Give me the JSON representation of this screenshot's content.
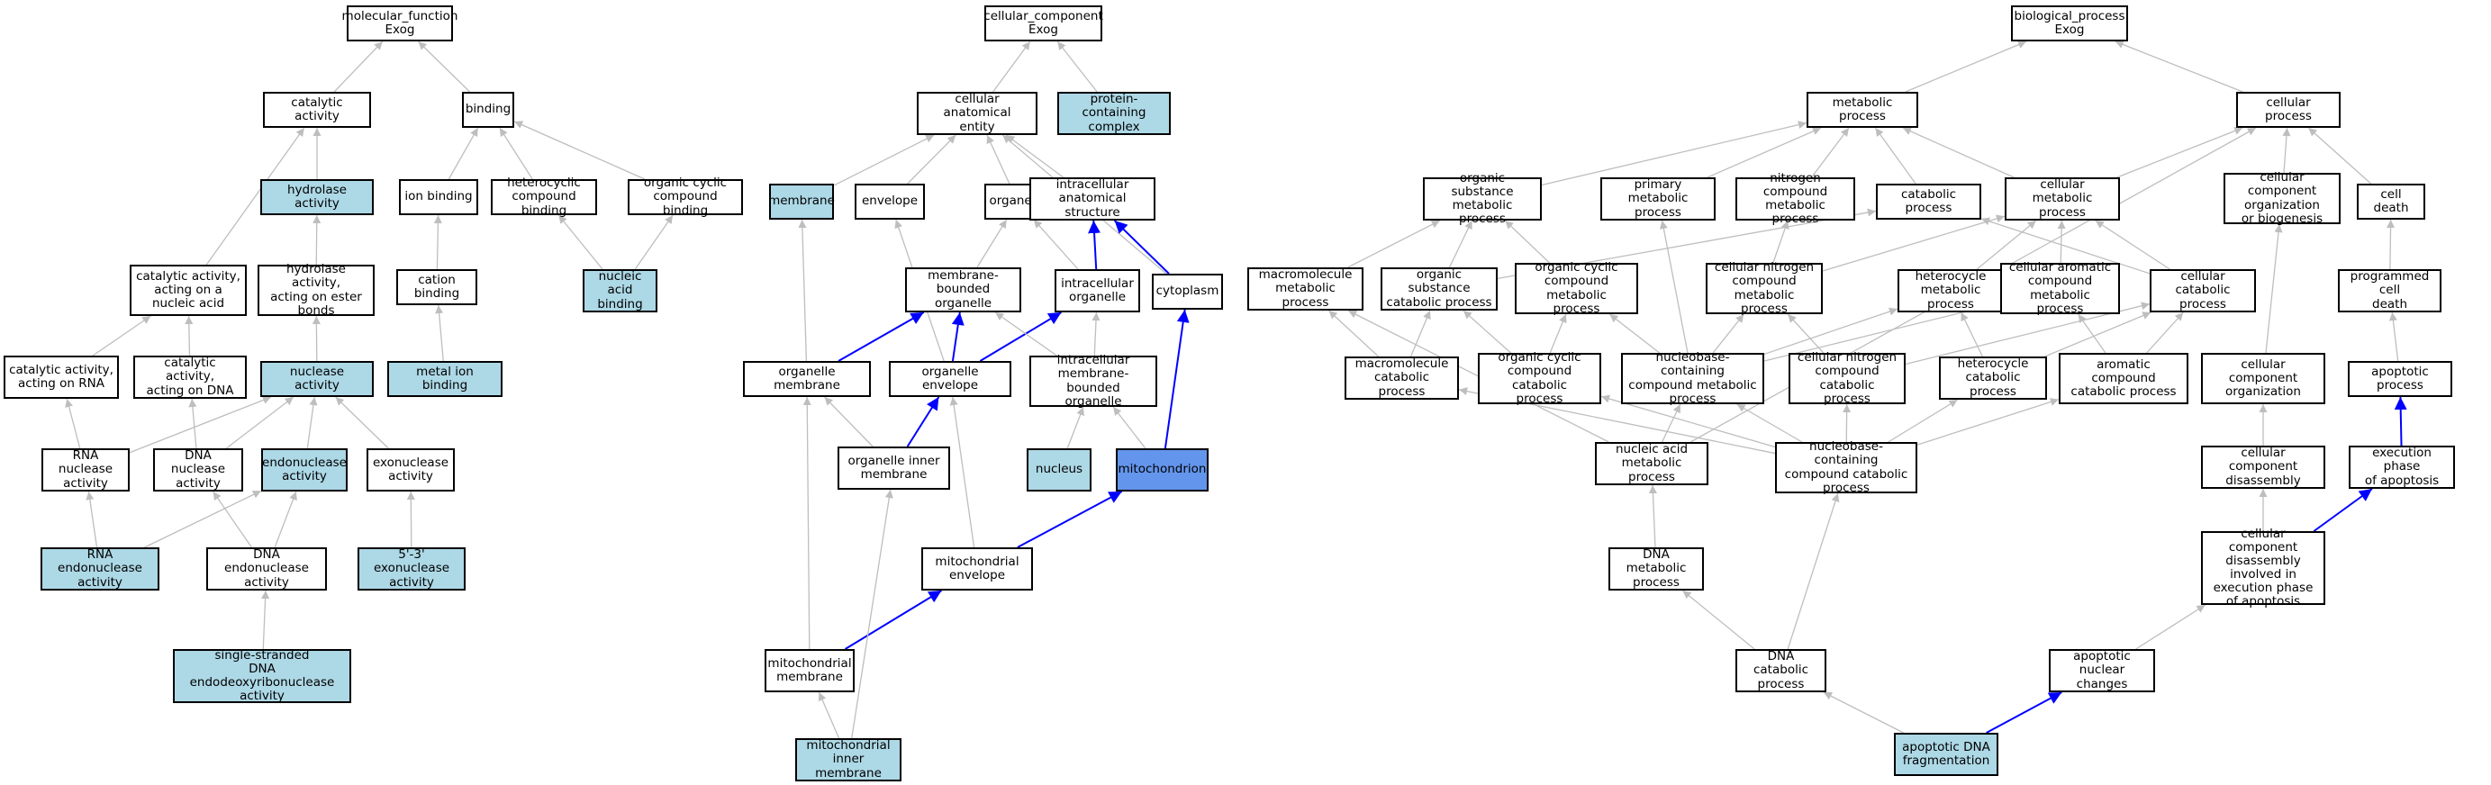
{
  "styles": {
    "plain_fill": "#ffffff",
    "highlight_fill": "#add8e6",
    "focus_fill": "#6495ed",
    "edge_default": "#bebebe",
    "edge_path": "#0000ff",
    "border": "#000000"
  },
  "nodes": {
    "mf_root": {
      "label": "molecular_function\nExog",
      "style": "plain"
    },
    "catalytic": {
      "label": "catalytic activity",
      "style": "plain"
    },
    "binding": {
      "label": "binding",
      "style": "plain"
    },
    "hydrolase": {
      "label": "hydrolase activity",
      "style": "light"
    },
    "ion_binding": {
      "label": "ion binding",
      "style": "plain"
    },
    "het_binding": {
      "label": "heterocyclic\ncompound binding",
      "style": "plain"
    },
    "org_binding": {
      "label": "organic cyclic\ncompound binding",
      "style": "plain"
    },
    "cat_na": {
      "label": "catalytic activity,\nacting on a\nnucleic acid",
      "style": "plain"
    },
    "hyd_ester": {
      "label": "hydrolase activity,\nacting on ester\nbonds",
      "style": "plain"
    },
    "cation": {
      "label": "cation binding",
      "style": "plain"
    },
    "na_binding": {
      "label": "nucleic acid\nbinding",
      "style": "light"
    },
    "cat_rna": {
      "label": "catalytic activity,\nacting on RNA",
      "style": "plain"
    },
    "cat_dna": {
      "label": "catalytic activity,\nacting on DNA",
      "style": "plain"
    },
    "nuclease": {
      "label": "nuclease activity",
      "style": "light"
    },
    "metal": {
      "label": "metal ion binding",
      "style": "light"
    },
    "rna_nuc": {
      "label": "RNA nuclease\nactivity",
      "style": "plain"
    },
    "dna_nuc": {
      "label": "DNA nuclease\nactivity",
      "style": "plain"
    },
    "endonuc": {
      "label": "endonuclease\nactivity",
      "style": "light"
    },
    "exonuc": {
      "label": "exonuclease\nactivity",
      "style": "plain"
    },
    "rna_endo": {
      "label": "RNA endonuclease\nactivity",
      "style": "light"
    },
    "dna_endo": {
      "label": "DNA endonuclease\nactivity",
      "style": "plain"
    },
    "exo53": {
      "label": "5'-3' exonuclease\nactivity",
      "style": "light"
    },
    "ssdna": {
      "label": "single-stranded\nDNA endodeoxyribonuclease\nactivity",
      "style": "light"
    },
    "cc_root": {
      "label": "cellular_component\nExog",
      "style": "plain"
    },
    "cae": {
      "label": "cellular anatomical\nentity",
      "style": "plain"
    },
    "pcc": {
      "label": "protein-containing\ncomplex",
      "style": "light"
    },
    "membrane": {
      "label": "membrane",
      "style": "light"
    },
    "envelope": {
      "label": "envelope",
      "style": "plain"
    },
    "organelle": {
      "label": "organelle",
      "style": "plain"
    },
    "ias": {
      "label": "intracellular\nanatomical structure",
      "style": "plain"
    },
    "mbo": {
      "label": "membrane-bounded\norganelle",
      "style": "plain"
    },
    "io": {
      "label": "intracellular\norganelle",
      "style": "plain"
    },
    "cytoplasm": {
      "label": "cytoplasm",
      "style": "plain"
    },
    "org_mem": {
      "label": "organelle membrane",
      "style": "plain"
    },
    "org_env": {
      "label": "organelle envelope",
      "style": "plain"
    },
    "imbo": {
      "label": "intracellular\nmembrane-bounded\norganelle",
      "style": "plain"
    },
    "oim": {
      "label": "organelle inner\nmembrane",
      "style": "plain"
    },
    "nucleus": {
      "label": "nucleus",
      "style": "light"
    },
    "mito": {
      "label": "mitochondrion",
      "style": "dark"
    },
    "mito_env": {
      "label": "mitochondrial\nenvelope",
      "style": "plain"
    },
    "mito_mem": {
      "label": "mitochondrial\nmembrane",
      "style": "plain"
    },
    "mito_inner": {
      "label": "mitochondrial\ninner membrane",
      "style": "light"
    },
    "bp_root": {
      "label": "biological_process\nExog",
      "style": "plain"
    },
    "metab": {
      "label": "metabolic process",
      "style": "plain"
    },
    "cellp": {
      "label": "cellular process",
      "style": "plain"
    },
    "osmp": {
      "label": "organic substance\nmetabolic process",
      "style": "plain"
    },
    "pmp": {
      "label": "primary metabolic\nprocess",
      "style": "plain"
    },
    "ncmp": {
      "label": "nitrogen compound\nmetabolic process",
      "style": "plain"
    },
    "catab": {
      "label": "catabolic process",
      "style": "plain"
    },
    "cmp": {
      "label": "cellular metabolic\nprocess",
      "style": "plain"
    },
    "ccob": {
      "label": "cellular component\norganization\nor biogenesis",
      "style": "plain"
    },
    "cdeath": {
      "label": "cell death",
      "style": "plain"
    },
    "macro": {
      "label": "macromolecule\nmetabolic process",
      "style": "plain"
    },
    "oscp": {
      "label": "organic substance\ncatabolic process",
      "style": "plain"
    },
    "occmp": {
      "label": "organic cyclic\ncompound metabolic\nprocess",
      "style": "plain"
    },
    "cncmp": {
      "label": "cellular nitrogen\ncompound metabolic\nprocess",
      "style": "plain"
    },
    "hetmp": {
      "label": "heterocycle\nmetabolic process",
      "style": "plain"
    },
    "cacmp": {
      "label": "cellular aromatic\ncompound metabolic\nprocess",
      "style": "plain"
    },
    "ccp": {
      "label": "cellular catabolic\nprocess",
      "style": "plain"
    },
    "pcd": {
      "label": "programmed cell\ndeath",
      "style": "plain"
    },
    "macrocp": {
      "label": "macromolecule\ncatabolic process",
      "style": "plain"
    },
    "occcp": {
      "label": "organic cyclic\ncompound catabolic\nprocess",
      "style": "plain"
    },
    "nbccmp": {
      "label": "nucleobase-containing\ncompound metabolic\nprocess",
      "style": "plain"
    },
    "cnccp": {
      "label": "cellular nitrogen\ncompound catabolic\nprocess",
      "style": "plain"
    },
    "hetcp": {
      "label": "heterocycle\ncatabolic process",
      "style": "plain"
    },
    "accp": {
      "label": "aromatic compound\ncatabolic process",
      "style": "plain"
    },
    "cco": {
      "label": "cellular component\norganization",
      "style": "plain"
    },
    "app": {
      "label": "apoptotic process",
      "style": "plain"
    },
    "namp": {
      "label": "nucleic acid\nmetabolic process",
      "style": "plain"
    },
    "nbcccp": {
      "label": "nucleobase-containing\ncompound catabolic\nprocess",
      "style": "plain"
    },
    "ccd": {
      "label": "cellular component\ndisassembly",
      "style": "plain"
    },
    "execa": {
      "label": "execution phase\nof apoptosis",
      "style": "plain"
    },
    "dnamp": {
      "label": "DNA metabolic\nprocess",
      "style": "plain"
    },
    "ccdiea": {
      "label": "cellular component\ndisassembly\ninvolved in\nexecution phase\nof apoptosis",
      "style": "plain"
    },
    "dnacp": {
      "label": "DNA catabolic\nprocess",
      "style": "plain"
    },
    "anc": {
      "label": "apoptotic nuclear\nchanges",
      "style": "plain"
    },
    "adf": {
      "label": "apoptotic DNA\nfragmentation",
      "style": "light"
    }
  },
  "edges": [
    [
      "catalytic",
      "mf_root",
      "g"
    ],
    [
      "binding",
      "mf_root",
      "g"
    ],
    [
      "hydrolase",
      "catalytic",
      "g"
    ],
    [
      "cat_na",
      "catalytic",
      "g"
    ],
    [
      "ion_binding",
      "binding",
      "g"
    ],
    [
      "het_binding",
      "binding",
      "g"
    ],
    [
      "org_binding",
      "binding",
      "g"
    ],
    [
      "hyd_ester",
      "hydrolase",
      "g"
    ],
    [
      "cation",
      "ion_binding",
      "g"
    ],
    [
      "na_binding",
      "het_binding",
      "g"
    ],
    [
      "na_binding",
      "org_binding",
      "g"
    ],
    [
      "cat_rna",
      "cat_na",
      "g"
    ],
    [
      "cat_dna",
      "cat_na",
      "g"
    ],
    [
      "nuclease",
      "hyd_ester",
      "g"
    ],
    [
      "metal",
      "cation",
      "g"
    ],
    [
      "rna_nuc",
      "cat_rna",
      "g"
    ],
    [
      "rna_nuc",
      "nuclease",
      "g"
    ],
    [
      "dna_nuc",
      "cat_dna",
      "g"
    ],
    [
      "dna_nuc",
      "nuclease",
      "g"
    ],
    [
      "endonuc",
      "nuclease",
      "g"
    ],
    [
      "exonuc",
      "nuclease",
      "g"
    ],
    [
      "rna_endo",
      "rna_nuc",
      "g"
    ],
    [
      "rna_endo",
      "endonuc",
      "g"
    ],
    [
      "dna_endo",
      "dna_nuc",
      "g"
    ],
    [
      "dna_endo",
      "endonuc",
      "g"
    ],
    [
      "exo53",
      "exonuc",
      "g"
    ],
    [
      "ssdna",
      "dna_endo",
      "g"
    ],
    [
      "cae",
      "cc_root",
      "g"
    ],
    [
      "pcc",
      "cc_root",
      "g"
    ],
    [
      "membrane",
      "cae",
      "g"
    ],
    [
      "envelope",
      "cae",
      "g"
    ],
    [
      "organelle",
      "cae",
      "g"
    ],
    [
      "ias",
      "cae",
      "g"
    ],
    [
      "cytoplasm",
      "cae",
      "g"
    ],
    [
      "mbo",
      "organelle",
      "g"
    ],
    [
      "io",
      "organelle",
      "g"
    ],
    [
      "io",
      "ias",
      "b"
    ],
    [
      "cytoplasm",
      "ias",
      "b"
    ],
    [
      "org_mem",
      "membrane",
      "g"
    ],
    [
      "org_mem",
      "mbo",
      "b"
    ],
    [
      "org_env",
      "envelope",
      "g"
    ],
    [
      "org_env",
      "mbo",
      "b"
    ],
    [
      "org_env",
      "io",
      "b"
    ],
    [
      "imbo",
      "mbo",
      "g"
    ],
    [
      "imbo",
      "io",
      "g"
    ],
    [
      "oim",
      "org_mem",
      "g"
    ],
    [
      "oim",
      "org_env",
      "b"
    ],
    [
      "nucleus",
      "imbo",
      "g"
    ],
    [
      "mito",
      "imbo",
      "g"
    ],
    [
      "mito",
      "cytoplasm",
      "b"
    ],
    [
      "mito_env",
      "org_env",
      "g"
    ],
    [
      "mito_env",
      "mito",
      "b"
    ],
    [
      "mito_mem",
      "org_mem",
      "g"
    ],
    [
      "mito_mem",
      "mito_env",
      "b"
    ],
    [
      "mito_inner",
      "mito_mem",
      "g"
    ],
    [
      "mito_inner",
      "oim",
      "g"
    ],
    [
      "metab",
      "bp_root",
      "g"
    ],
    [
      "cellp",
      "bp_root",
      "g"
    ],
    [
      "osmp",
      "metab",
      "g"
    ],
    [
      "pmp",
      "metab",
      "g"
    ],
    [
      "ncmp",
      "metab",
      "g"
    ],
    [
      "catab",
      "metab",
      "g"
    ],
    [
      "cmp",
      "metab",
      "g"
    ],
    [
      "cmp",
      "cellp",
      "g"
    ],
    [
      "ccob",
      "cellp",
      "g"
    ],
    [
      "cdeath",
      "cellp",
      "g"
    ],
    [
      "macro",
      "osmp",
      "g"
    ],
    [
      "oscp",
      "osmp",
      "g"
    ],
    [
      "oscp",
      "catab",
      "g"
    ],
    [
      "occmp",
      "osmp",
      "g"
    ],
    [
      "cncmp",
      "ncmp",
      "g"
    ],
    [
      "cncmp",
      "cmp",
      "g"
    ],
    [
      "hetmp",
      "cmp",
      "g"
    ],
    [
      "cacmp",
      "cmp",
      "g"
    ],
    [
      "ccp",
      "cmp",
      "g"
    ],
    [
      "ccp",
      "catab",
      "g"
    ],
    [
      "pcd",
      "cdeath",
      "g"
    ],
    [
      "macrocp",
      "macro",
      "g"
    ],
    [
      "macrocp",
      "oscp",
      "g"
    ],
    [
      "occcp",
      "oscp",
      "g"
    ],
    [
      "occcp",
      "occmp",
      "g"
    ],
    [
      "nbccmp",
      "occmp",
      "g"
    ],
    [
      "nbccmp",
      "cncmp",
      "g"
    ],
    [
      "nbccmp",
      "hetmp",
      "g"
    ],
    [
      "nbccmp",
      "cacmp",
      "g"
    ],
    [
      "nbccmp",
      "pmp",
      "g"
    ],
    [
      "cnccp",
      "cncmp",
      "g"
    ],
    [
      "cnccp",
      "ccp",
      "g"
    ],
    [
      "hetcp",
      "hetmp",
      "g"
    ],
    [
      "hetcp",
      "ccp",
      "g"
    ],
    [
      "accp",
      "cacmp",
      "g"
    ],
    [
      "accp",
      "ccp",
      "g"
    ],
    [
      "cco",
      "ccob",
      "g"
    ],
    [
      "app",
      "pcd",
      "g"
    ],
    [
      "namp",
      "nbccmp",
      "g"
    ],
    [
      "namp",
      "macro",
      "g"
    ],
    [
      "namp",
      "cellp",
      "g"
    ],
    [
      "nbcccp",
      "nbccmp",
      "g"
    ],
    [
      "nbcccp",
      "cnccp",
      "g"
    ],
    [
      "nbcccp",
      "hetcp",
      "g"
    ],
    [
      "nbcccp",
      "accp",
      "g"
    ],
    [
      "nbcccp",
      "occcp",
      "g"
    ],
    [
      "nbcccp",
      "macrocp",
      "g"
    ],
    [
      "ccd",
      "cco",
      "g"
    ],
    [
      "execa",
      "app",
      "b"
    ],
    [
      "dnamp",
      "namp",
      "g"
    ],
    [
      "ccdiea",
      "ccd",
      "g"
    ],
    [
      "ccdiea",
      "execa",
      "b"
    ],
    [
      "dnacp",
      "dnamp",
      "g"
    ],
    [
      "dnacp",
      "nbcccp",
      "g"
    ],
    [
      "anc",
      "ccdiea",
      "g"
    ],
    [
      "adf",
      "dnacp",
      "g"
    ],
    [
      "adf",
      "anc",
      "b"
    ]
  ]
}
